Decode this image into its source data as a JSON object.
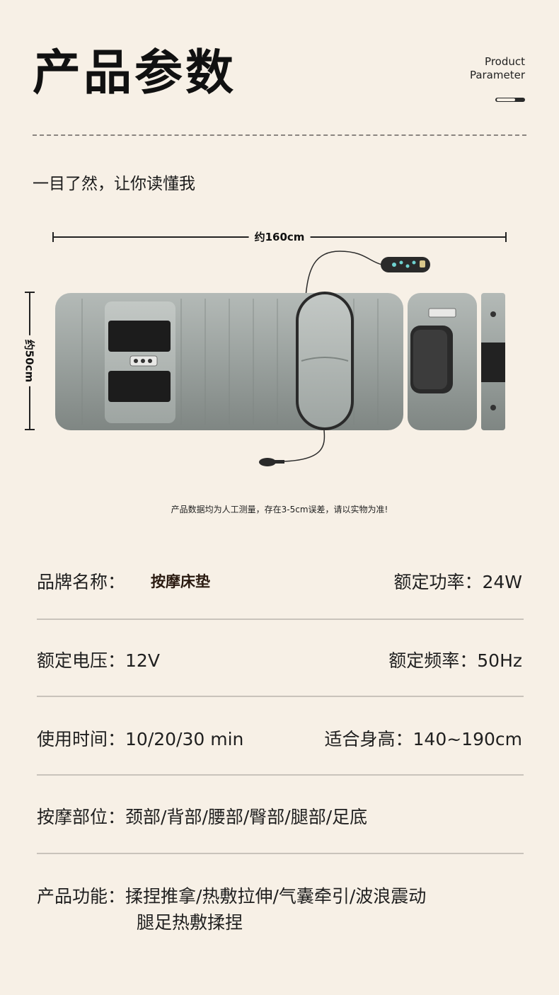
{
  "header": {
    "title": "产品参数",
    "en_line1": "Product",
    "en_line2": "Parameter"
  },
  "subtitle": "一目了然，让你读懂我",
  "dimensions": {
    "length": "约160cm",
    "width": "约50cm"
  },
  "note": "产品数据均为人工测量，存在3-5cm误差，请以实物为准!",
  "specs": {
    "brand_label": "品牌名称：",
    "brand_value": "按摩床垫",
    "power_label": "额定功率：",
    "power_value": "24W",
    "voltage_label": "额定电压：",
    "voltage_value": "12V",
    "frequency_label": "额定频率：",
    "frequency_value": "50Hz",
    "time_label": "使用时间：",
    "time_value": "10/20/30 min",
    "height_label": "适合身高：",
    "height_value": "140~190cm",
    "parts_label": "按摩部位：",
    "parts_value": "颈部/背部/腰部/臀部/腿部/足底",
    "function_label": "产品功能：",
    "function_line1": "揉捏推拿/热敷拉伸/气囊牵引/波浪震动",
    "function_line2": "腿足热敷揉捏"
  },
  "colors": {
    "background": "#f7f0e6",
    "mat_gray": "#9aa19e",
    "divider": "#c9c3bb"
  }
}
